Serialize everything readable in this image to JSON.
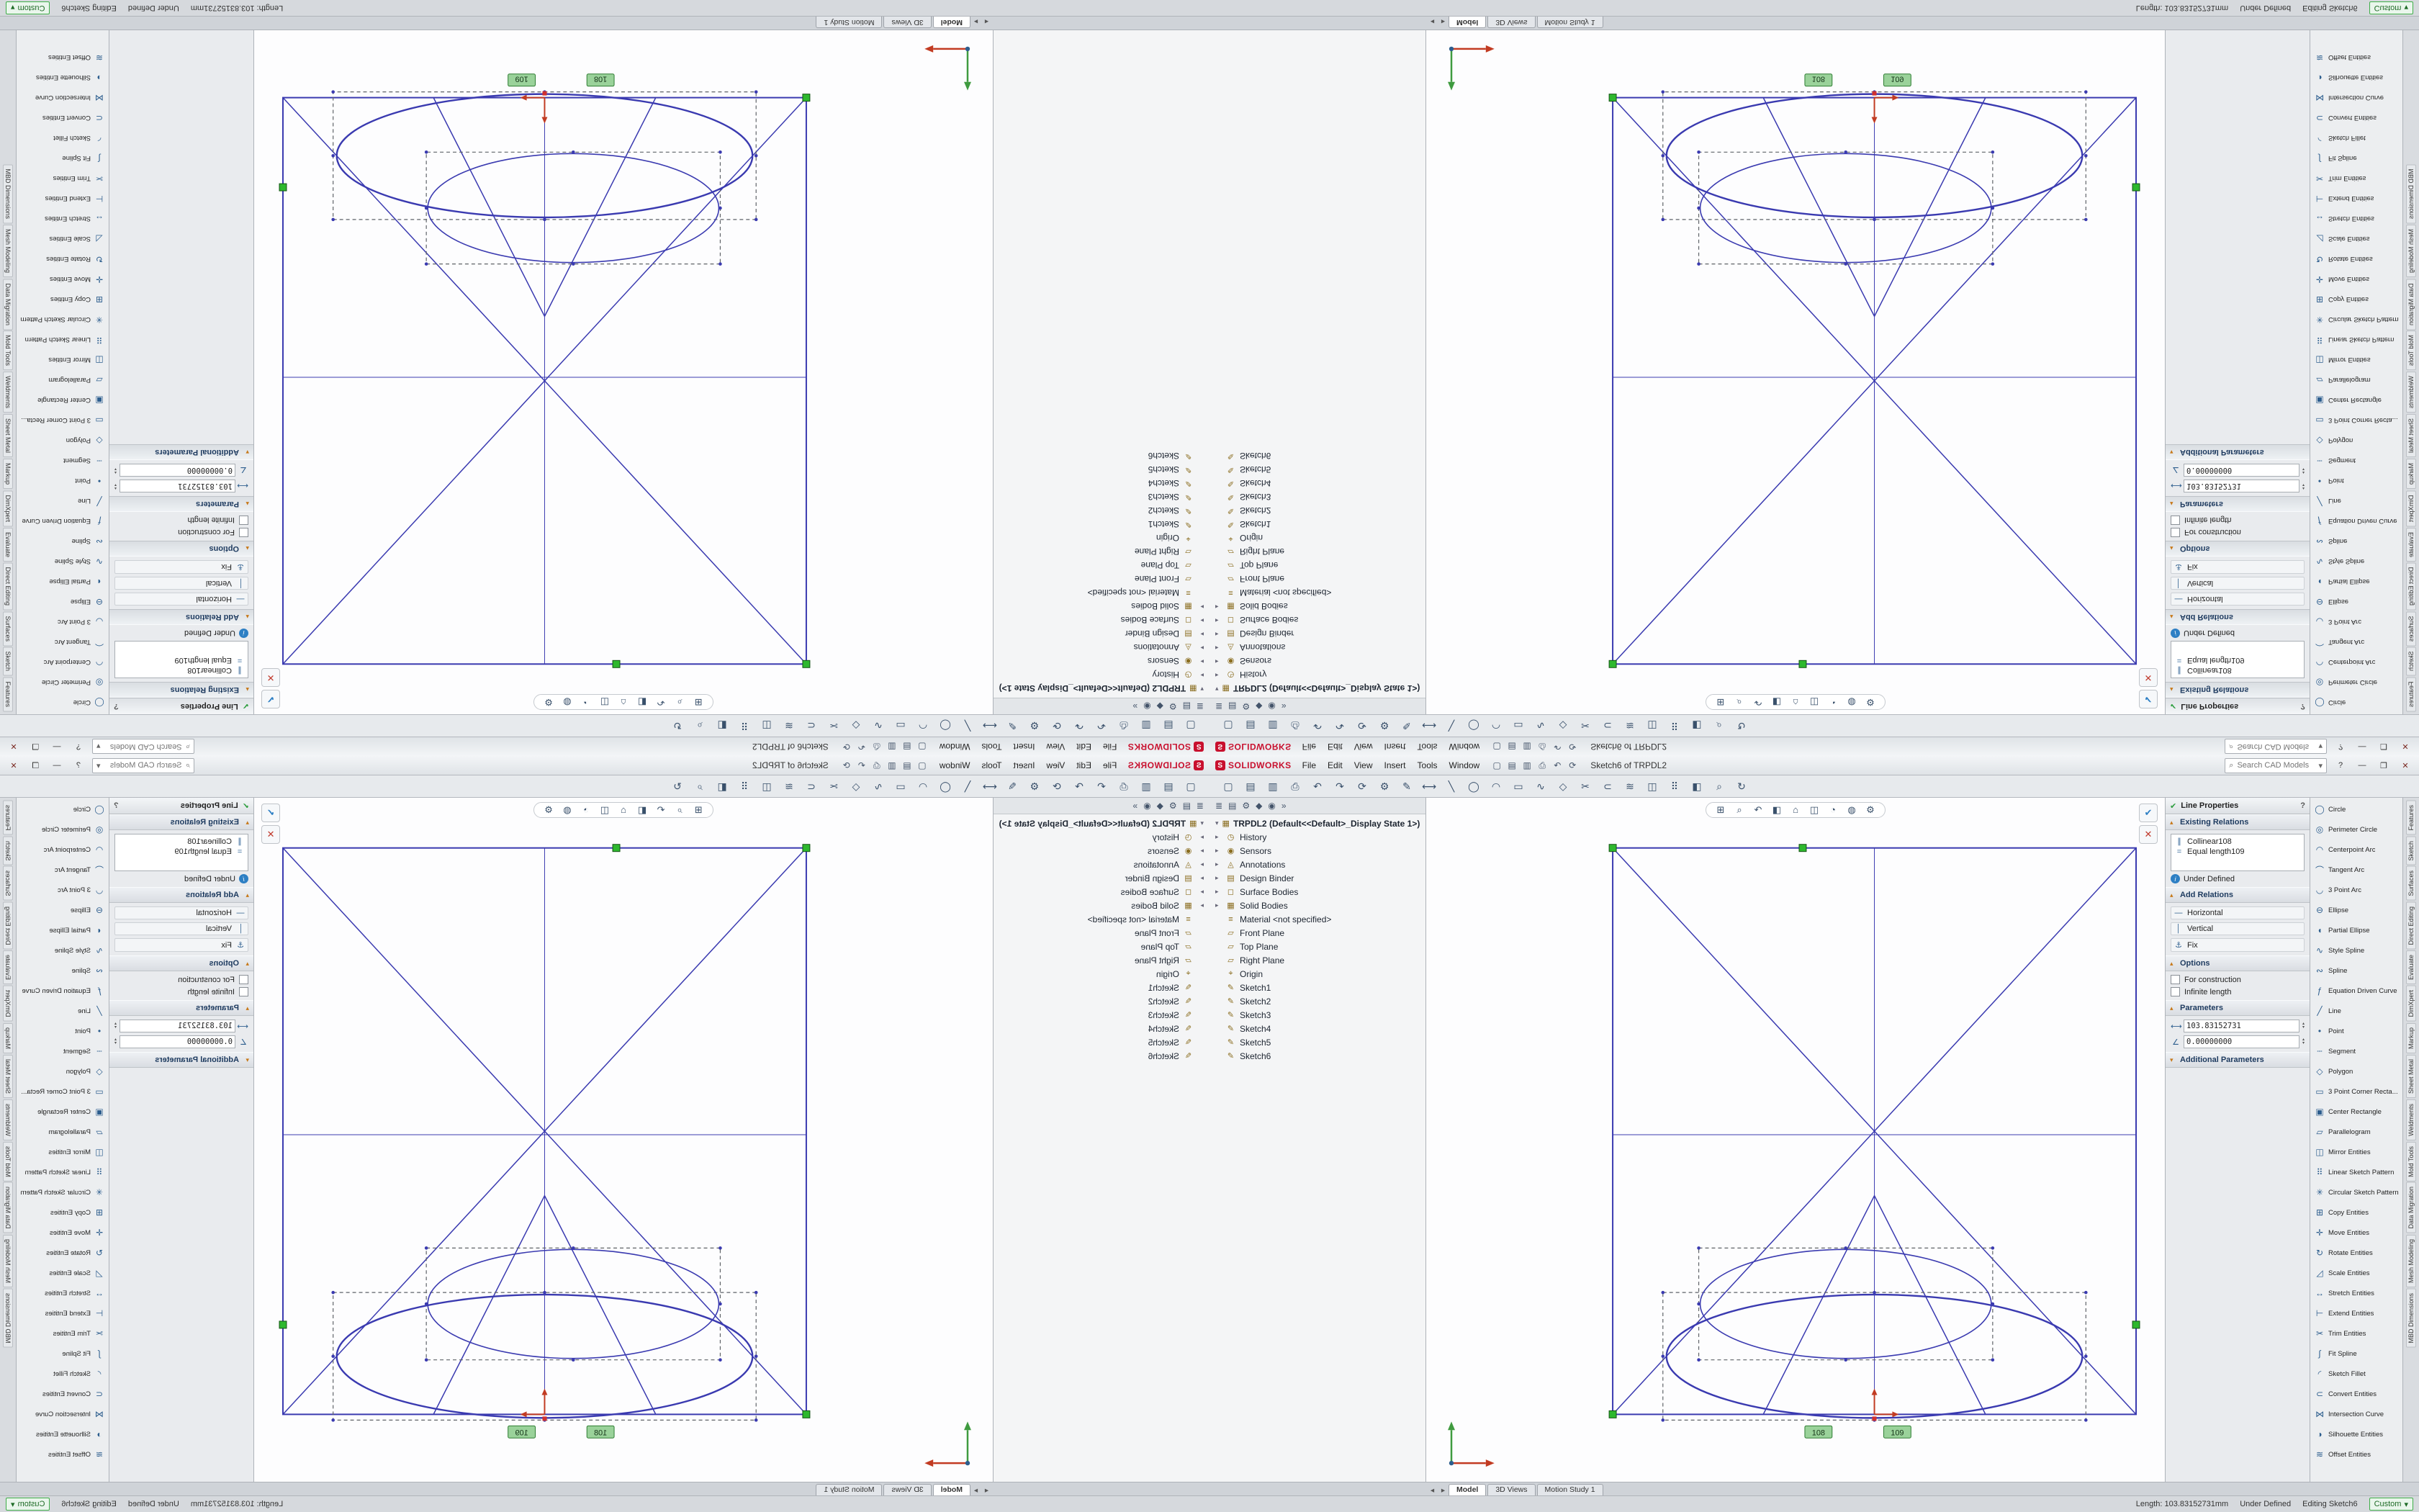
{
  "titlebar": {
    "logo_glyph": "S",
    "logo_text": "SOLIDWORKS",
    "menus": [
      "File",
      "Edit",
      "View",
      "Insert",
      "Tools",
      "Window"
    ],
    "quick_icons": [
      {
        "name": "new-document-icon",
        "glyph": "▢"
      },
      {
        "name": "open-icon",
        "glyph": "▤"
      },
      {
        "name": "save-icon",
        "glyph": "▥"
      },
      {
        "name": "print-icon",
        "glyph": "⎙"
      },
      {
        "name": "undo-icon",
        "glyph": "↶"
      },
      {
        "name": "rebuild-icon",
        "glyph": "⟳"
      }
    ],
    "title": "Sketch6 of TRPDL2",
    "search_icon": "⌕",
    "search_placeholder": "Search CAD Models",
    "search_dropdown": "▾",
    "help": "?",
    "minimize": "—",
    "restore": "❐",
    "close": "✕"
  },
  "toolbar": {
    "icons": [
      {
        "name": "new-icon",
        "glyph": "▢"
      },
      {
        "name": "open-icon",
        "glyph": "▤"
      },
      {
        "name": "save-icon",
        "glyph": "▥"
      },
      {
        "name": "print-icon",
        "glyph": "⎙"
      },
      {
        "name": "undo-icon",
        "glyph": "↶"
      },
      {
        "name": "redo-icon",
        "glyph": "↷"
      },
      {
        "name": "rebuild-icon",
        "glyph": "⟳"
      },
      {
        "name": "options-icon",
        "glyph": "⚙"
      },
      {
        "name": "sketch-icon",
        "glyph": "✎"
      },
      {
        "name": "smart-dimension-icon",
        "glyph": "⟷"
      },
      {
        "name": "line-icon",
        "glyph": "╲"
      },
      {
        "name": "circle-icon",
        "glyph": "◯"
      },
      {
        "name": "arc-icon",
        "glyph": "◠"
      },
      {
        "name": "rectangle-icon",
        "glyph": "▭"
      },
      {
        "name": "spline-icon",
        "glyph": "∿"
      },
      {
        "name": "polygon-icon",
        "glyph": "◇"
      },
      {
        "name": "trim-icon",
        "glyph": "✂"
      },
      {
        "name": "convert-entities-icon",
        "glyph": "⊂"
      },
      {
        "name": "offset-entities-icon",
        "glyph": "≋"
      },
      {
        "name": "mirror-entities-icon",
        "glyph": "◫"
      },
      {
        "name": "linear-pattern-icon",
        "glyph": "⠿"
      },
      {
        "name": "display-style-icon",
        "glyph": "◧"
      },
      {
        "name": "zoom-icon",
        "glyph": "⌕"
      },
      {
        "name": "rotate-view-icon",
        "glyph": "↻"
      }
    ]
  },
  "headsup": {
    "icons": [
      {
        "name": "zoom-fit-icon",
        "glyph": "⊞"
      },
      {
        "name": "zoom-area-icon",
        "glyph": "⌕"
      },
      {
        "name": "previous-view-icon",
        "glyph": "↶"
      },
      {
        "name": "section-view-icon",
        "glyph": "◧"
      },
      {
        "name": "view-orientation-icon",
        "glyph": "⌂"
      },
      {
        "name": "display-style-icon",
        "glyph": "◫"
      },
      {
        "name": "hide-show-icon",
        "glyph": "◔"
      },
      {
        "name": "appearance-icon",
        "glyph": "◍"
      },
      {
        "name": "view-settings-icon",
        "glyph": "⚙"
      }
    ]
  },
  "tree": {
    "tabs": [
      {
        "name": "feature-manager-tab-icon",
        "glyph": "≣"
      },
      {
        "name": "property-manager-tab-icon",
        "glyph": "▤"
      },
      {
        "name": "configuration-manager-tab-icon",
        "glyph": "⚙"
      },
      {
        "name": "dimxpert-tab-icon",
        "glyph": "◆"
      },
      {
        "name": "display-manager-tab-icon",
        "glyph": "◉"
      },
      {
        "name": "expand-panel-icon",
        "glyph": "»"
      }
    ],
    "root_arrow": "▾",
    "root_icon": "▦",
    "root": "TRPDL2 (Default<<Default>_Display State 1>)",
    "items": [
      {
        "arrow": "▸",
        "glyph": "◷",
        "label": "History"
      },
      {
        "arrow": "▸",
        "glyph": "◉",
        "label": "Sensors"
      },
      {
        "arrow": "▸",
        "glyph": "◬",
        "label": "Annotations"
      },
      {
        "arrow": "▸",
        "glyph": "▤",
        "label": "Design Binder"
      },
      {
        "arrow": "▸",
        "glyph": "◻",
        "label": "Surface Bodies"
      },
      {
        "arrow": "▸",
        "glyph": "▦",
        "label": "Solid Bodies"
      },
      {
        "arrow": "",
        "glyph": "≡",
        "label": "Material <not specified>"
      },
      {
        "arrow": "",
        "glyph": "▱",
        "label": "Front Plane"
      },
      {
        "arrow": "",
        "glyph": "▱",
        "label": "Top Plane"
      },
      {
        "arrow": "",
        "glyph": "▱",
        "label": "Right Plane"
      },
      {
        "arrow": "",
        "glyph": "⌖",
        "label": "Origin"
      },
      {
        "arrow": "",
        "glyph": "✎",
        "label": "Sketch1"
      },
      {
        "arrow": "",
        "glyph": "✎",
        "label": "Sketch2"
      },
      {
        "arrow": "",
        "glyph": "✎",
        "label": "Sketch3"
      },
      {
        "arrow": "",
        "glyph": "✎",
        "label": "Sketch4"
      },
      {
        "arrow": "",
        "glyph": "✎",
        "label": "Sketch5"
      },
      {
        "arrow": "",
        "glyph": "✎",
        "label": "Sketch6"
      }
    ]
  },
  "pm": {
    "check": "✔",
    "help": "?",
    "title": "Line Properties",
    "chevron_up": "▴",
    "chevron_down": "▾",
    "spinner_up": "▴",
    "spinner_down": "▾",
    "sections": {
      "existing": {
        "label": "Existing Relations",
        "rows": [
          {
            "glyph": "∥",
            "label": "Collinear108"
          },
          {
            "glyph": "=",
            "label": "Equal length109"
          }
        ],
        "info_icon": "i",
        "status": "Under Defined"
      },
      "add": {
        "label": "Add Relations",
        "rows": [
          {
            "icon": "horizontal-relation-icon",
            "glyph": "—",
            "label": "Horizontal"
          },
          {
            "icon": "vertical-relation-icon",
            "glyph": "│",
            "label": "Vertical"
          },
          {
            "icon": "fix-relation-icon",
            "glyph": "⚓",
            "label": "Fix"
          }
        ]
      },
      "options": {
        "label": "Options",
        "checks": [
          {
            "label": "For construction"
          },
          {
            "label": "Infinite length"
          }
        ]
      },
      "params": {
        "label": "Parameters",
        "fields": [
          {
            "icon": "length-icon",
            "glyph": "⟷",
            "value": "103.83152731"
          },
          {
            "icon": "angle-icon",
            "glyph": "∠",
            "value": "0.00000000"
          }
        ]
      },
      "additional": {
        "label": "Additional Parameters"
      }
    }
  },
  "sketch_tools": {
    "items": [
      {
        "icon": "circle-icon",
        "glyph": "◯",
        "label": "Circle"
      },
      {
        "icon": "perimeter-circle-icon",
        "glyph": "◎",
        "label": "Perimeter Circle"
      },
      {
        "icon": "centerpoint-arc-icon",
        "glyph": "◠",
        "label": "Centerpoint Arc"
      },
      {
        "icon": "tangent-arc-icon",
        "glyph": "⌒",
        "label": "Tangent Arc"
      },
      {
        "icon": "three-point-arc-icon",
        "glyph": "◡",
        "label": "3 Point Arc"
      },
      {
        "icon": "ellipse-icon",
        "glyph": "⊖",
        "label": "Ellipse"
      },
      {
        "icon": "partial-ellipse-icon",
        "glyph": "◖",
        "label": "Partial Ellipse"
      },
      {
        "icon": "style-spline-icon",
        "glyph": "∿",
        "label": "Style Spline"
      },
      {
        "icon": "spline-icon",
        "glyph": "∾",
        "label": "Spline"
      },
      {
        "icon": "equation-driven-curve-icon",
        "glyph": "ƒ",
        "label": "Equation Driven Curve"
      },
      {
        "icon": "line-icon",
        "glyph": "╱",
        "label": "Line"
      },
      {
        "icon": "point-icon",
        "glyph": "•",
        "label": "Point"
      },
      {
        "icon": "segment-icon",
        "glyph": "┄",
        "label": "Segment"
      },
      {
        "icon": "polygon-icon",
        "glyph": "◇",
        "label": "Polygon"
      },
      {
        "icon": "three-point-corner-rectangle-icon",
        "glyph": "▭",
        "label": "3 Point Corner Recta..."
      },
      {
        "icon": "center-rectangle-icon",
        "glyph": "▣",
        "label": "Center Rectangle"
      },
      {
        "icon": "parallelogram-icon",
        "glyph": "▱",
        "label": "Parallelogram"
      },
      {
        "icon": "mirror-entities-icon",
        "glyph": "◫",
        "label": "Mirror Entities"
      },
      {
        "icon": "linear-sketch-pattern-icon",
        "glyph": "⠿",
        "label": "Linear Sketch Pattern"
      },
      {
        "icon": "circular-sketch-pattern-icon",
        "glyph": "✳",
        "label": "Circular Sketch Pattern"
      },
      {
        "icon": "copy-entities-icon",
        "glyph": "⊞",
        "label": "Copy Entities"
      },
      {
        "icon": "move-entities-icon",
        "glyph": "✛",
        "label": "Move Entities"
      },
      {
        "icon": "rotate-entities-icon",
        "glyph": "↻",
        "label": "Rotate Entities"
      },
      {
        "icon": "scale-entities-icon",
        "glyph": "◿",
        "label": "Scale Entities"
      },
      {
        "icon": "stretch-entities-icon",
        "glyph": "↔",
        "label": "Stretch Entities"
      },
      {
        "icon": "extend-entities-icon",
        "glyph": "⊢",
        "label": "Extend Entities"
      },
      {
        "icon": "trim-entities-icon",
        "glyph": "✂",
        "label": "Trim Entities"
      },
      {
        "icon": "fit-spline-icon",
        "glyph": "∫",
        "label": "Fit Spline"
      },
      {
        "icon": "sketch-fillet-icon",
        "glyph": "◜",
        "label": "Sketch Fillet"
      },
      {
        "icon": "convert-entities-icon",
        "glyph": "⊂",
        "label": "Convert Entities"
      },
      {
        "icon": "intersection-curve-icon",
        "glyph": "⋈",
        "label": "Intersection Curve"
      },
      {
        "icon": "silhouette-entities-icon",
        "glyph": "◑",
        "label": "Silhouette Entities"
      },
      {
        "icon": "offset-entities-icon",
        "glyph": "≋",
        "label": "Offset Entities"
      }
    ]
  },
  "command_tabs": {
    "items": [
      "Features",
      "Sketch",
      "Surfaces",
      "Direct Editing",
      "Evaluate",
      "DimXpert",
      "Markup",
      "Sheet Metal",
      "Weldments",
      "Mold Tools",
      "Data Migration",
      "Mesh Modeling",
      "MBD Dimensions"
    ]
  },
  "viewport": {
    "relation_labels": [
      "108",
      "109"
    ],
    "confirm_icon": "✔",
    "cancel_icon": "✕"
  },
  "bottom": {
    "scroll_left": "◂",
    "scroll_right": "▸",
    "tabs": [
      "Model",
      "3D Views",
      "Motion Study 1"
    ],
    "status_length": "Length: 103.83152731mm",
    "status_state": "Under Defined",
    "status_editing": "Editing Sketch6",
    "units": "Custom",
    "units_dropdown": "▾"
  },
  "colors": {
    "brand_red": "#c8102e",
    "sketch_blue": "#3a3ab0",
    "handle_green": "#2eb82e",
    "origin_red": "#c23b22"
  }
}
